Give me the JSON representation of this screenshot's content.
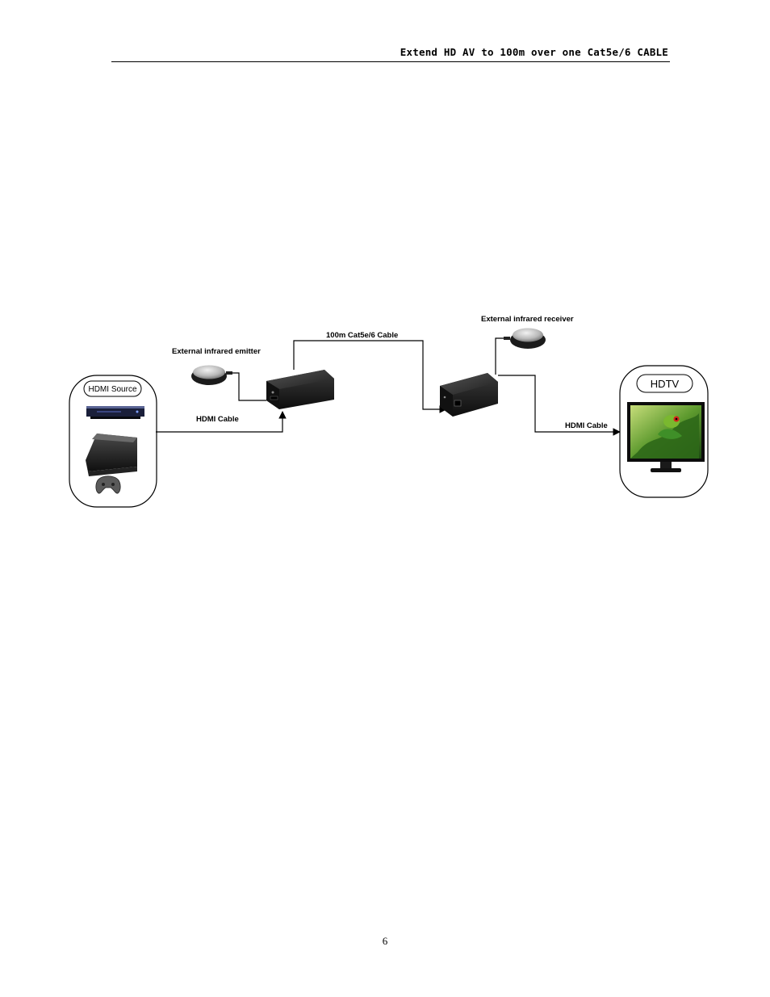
{
  "header": {
    "title": "Extend HD AV to 100m over one Cat5e/6 CABLE"
  },
  "diagram": {
    "source_box_label": "HDMI Source",
    "display_box_label": "HDTV",
    "emitter_label": "External infrared emitter",
    "receiver_label": "External infrared receiver",
    "cat_cable_label": "100m Cat5e/6 Cable",
    "hdmi_cable_left_label": "HDMI Cable",
    "hdmi_cable_right_label": "HDMI Cable"
  },
  "footer": {
    "page_number": "6"
  }
}
